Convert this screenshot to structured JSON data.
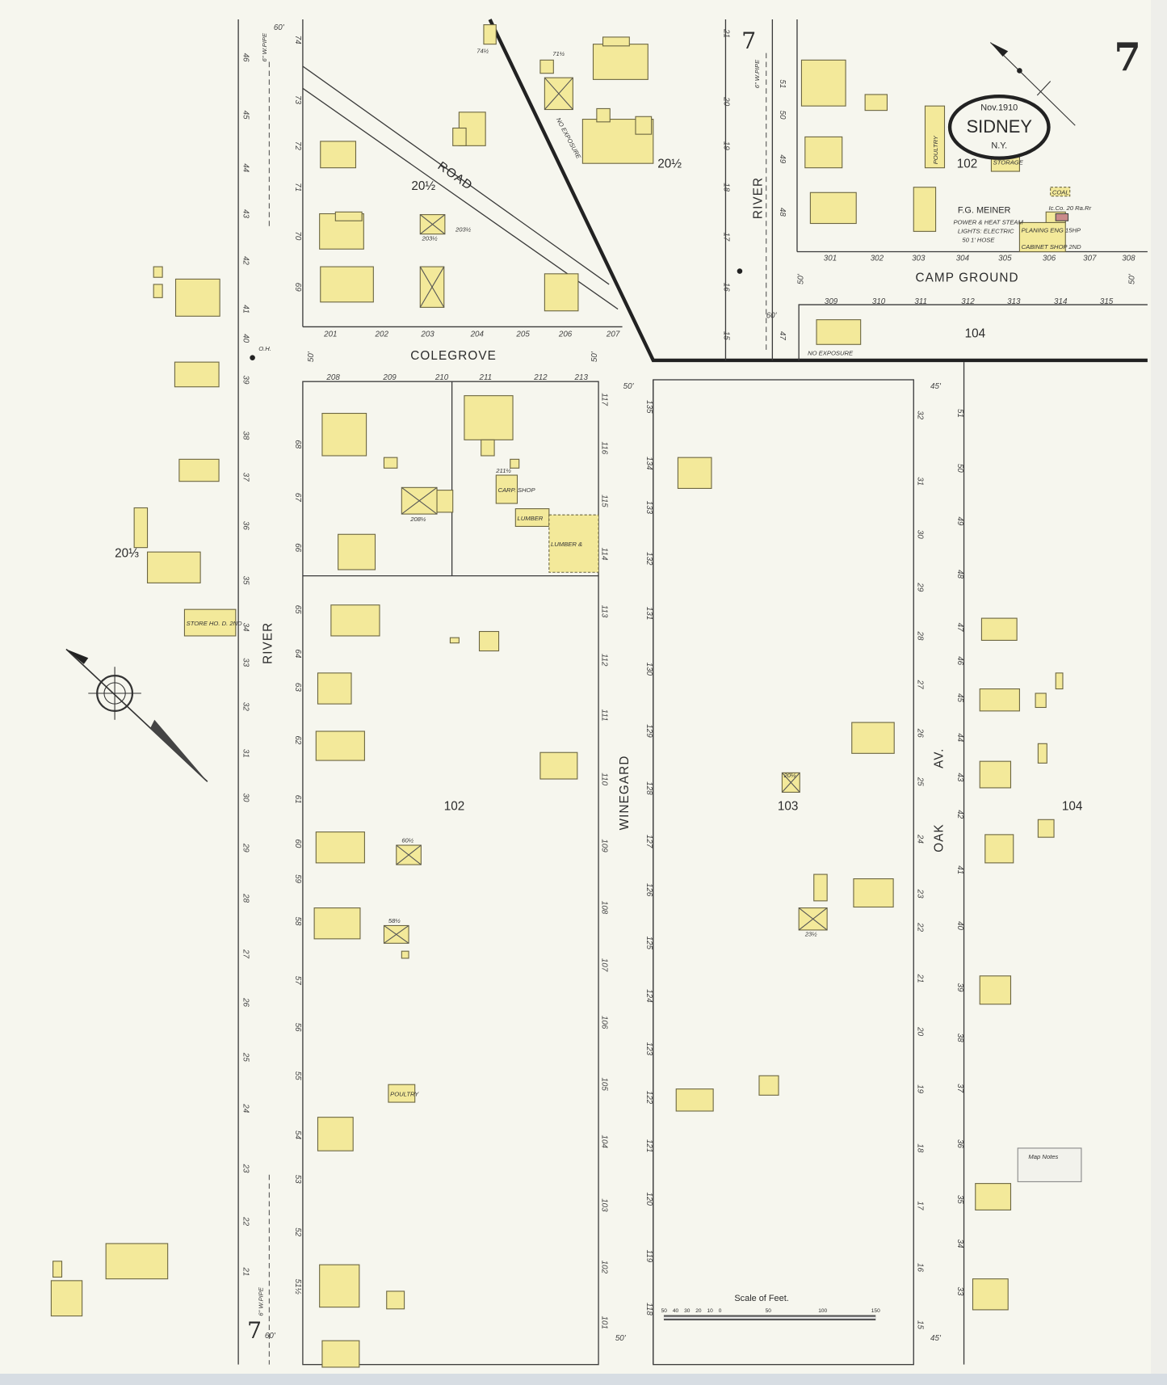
{
  "sheet": {
    "page_number": "7",
    "title": {
      "date": "Nov.1910",
      "town": "SIDNEY",
      "state": "N.Y."
    },
    "colors": {
      "paper": "#f6f6ee",
      "frame_building": "#f3e99a",
      "ink": "#2b2b2b",
      "brick": "#c98a8a"
    }
  },
  "streets": {
    "river_west": "RIVER",
    "river_east": "RIVER",
    "road": "ROAD",
    "colegrove": "COLEGROVE",
    "winegard": "WINEGARD",
    "oak": "OAK",
    "oak_suffix": "AV.",
    "camp_ground": "CAMP GROUND"
  },
  "blocks": {
    "b102_main": "102",
    "b103": "103",
    "b104_main": "104",
    "b104_top": "104",
    "b102_top": "102",
    "b20half_a": "20½",
    "b20half_b": "20½",
    "b20third": "20⅓"
  },
  "sheet_refs": {
    "top": "7",
    "bottom": "7"
  },
  "notes": {
    "no_exposure_a": "NO EXPOSURE",
    "no_exposure_b": "NO EXPOSURE",
    "pipe_a": "6\" W.PIPE",
    "pipe_b": "6\" W.PIPE",
    "pipe_c": "6\" W.PIPE",
    "hydrant": "O.H.",
    "width_50_a": "50'",
    "width_50_b": "50'",
    "width_50_c": "50'",
    "width_50_d": "50'",
    "width_50_e": "50'",
    "width_50_f": "50'",
    "width_60_a": "60'",
    "width_60_b": "60'",
    "width_60_c": "60'",
    "width_45_a": "45'",
    "width_45_b": "45'",
    "map_note": "Map Notes"
  },
  "buildings_text": {
    "meiner": "F.G. MEINER",
    "meiner_1": "POWER & HEAT STEAM",
    "meiner_2": "LIGHTS: ELECTRIC",
    "meiner_3": "50 1' HOSE",
    "planing": "PLANING ENG 15HP",
    "cabinet": "CABINET SHOP 2ND",
    "coal": "COAL",
    "storage": "STORAGE",
    "poultry_a": "POULTRY",
    "poultry_b": "POULTRY",
    "carp": "CARP. SHOP",
    "lumber_a": "LUMBER",
    "lumber_b": "LUMBER &",
    "store": "STORE HO. D. 2ND",
    "ice": "Ic.Co. 20 Ra.Rr",
    "addr_2112": "211½",
    "addr_2082": "208½",
    "addr_2032": "203½",
    "addr_2033": "203½",
    "addr_743": "74½",
    "addr_713": "71½",
    "addr_602": "60½",
    "addr_582": "58½",
    "addr_232": "23½",
    "addr_202": "20½"
  },
  "lot_numbers": {
    "colegrove_north": [
      "201",
      "202",
      "203",
      "204",
      "205",
      "206",
      "207"
    ],
    "colegrove_south": [
      "208",
      "209",
      "210",
      "211",
      "212",
      "213"
    ],
    "camp_north": [
      "301",
      "302",
      "303",
      "304",
      "305",
      "306",
      "307",
      "308"
    ],
    "camp_south": [
      "309",
      "310",
      "311",
      "312",
      "313",
      "314",
      "315"
    ]
  },
  "address_numbers": {
    "river_west": [
      "46",
      "45",
      "44",
      "43",
      "42",
      "41",
      "40",
      "39",
      "38",
      "37",
      "36",
      "35",
      "34",
      "33",
      "32",
      "31",
      "30",
      "29",
      "28",
      "27",
      "26",
      "25",
      "24",
      "23",
      "22",
      "21"
    ],
    "river_east_upper": [
      "74",
      "73",
      "72",
      "71",
      "70",
      "69"
    ],
    "river_east_lower": [
      "68",
      "67",
      "66",
      "65",
      "64",
      "63",
      "62",
      "61",
      "60",
      "59",
      "58",
      "57",
      "56",
      "55",
      "54",
      "53",
      "52",
      "51½"
    ],
    "winegard_west": [
      "117",
      "116",
      "115",
      "114",
      "113",
      "112",
      "111",
      "110",
      "109",
      "108",
      "107",
      "106",
      "105",
      "104",
      "103",
      "102",
      "101"
    ],
    "winegard_east": [
      "135",
      "134",
      "133",
      "132",
      "131",
      "130",
      "129",
      "128",
      "127",
      "126",
      "125",
      "124",
      "123",
      "122",
      "121",
      "120",
      "119",
      "118"
    ],
    "oak_west": [
      "32",
      "31",
      "30",
      "29",
      "28",
      "27",
      "26",
      "25",
      "24",
      "23",
      "22",
      "21",
      "20",
      "19",
      "18",
      "17",
      "16",
      "15"
    ],
    "oak_east": [
      "51",
      "50",
      "49",
      "48",
      "47",
      "46",
      "45",
      "44",
      "43",
      "42",
      "41",
      "40",
      "39",
      "38",
      "37",
      "36",
      "35",
      "34",
      "33"
    ],
    "river_ne_west": [
      "21",
      "20",
      "19",
      "18",
      "17",
      "16",
      "15"
    ],
    "river_ne_east": [
      "51",
      "50",
      "49",
      "48",
      "47"
    ]
  },
  "scale": {
    "title": "Scale of Feet.",
    "ticks": [
      "50",
      "40",
      "30",
      "20",
      "10",
      "0",
      "50",
      "100",
      "150"
    ]
  },
  "icons": {
    "north_arrow": "north-arrow-icon",
    "compass_rose": "compass-rose-icon",
    "hydrant": "hydrant-icon"
  }
}
